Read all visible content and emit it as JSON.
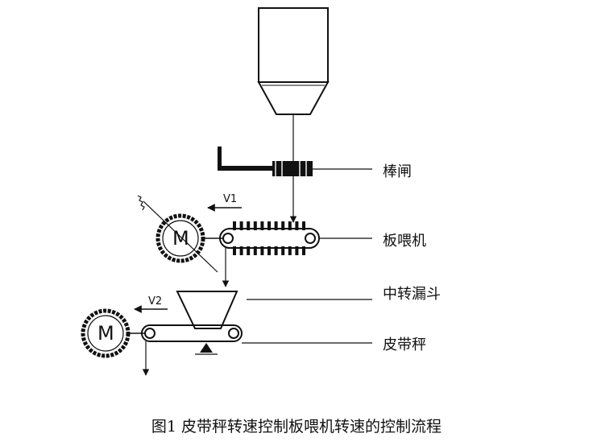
{
  "labels": {
    "bar_gate": "棒闸",
    "plate_feeder": "板喂机",
    "hopper": "中转漏斗",
    "belt_scale": "皮带秤"
  },
  "motor_symbol": "M",
  "velocity": {
    "v1": "V1",
    "v2": "V2"
  },
  "caption": "图1  皮带秤转速控制板喂机转速的控制流程"
}
